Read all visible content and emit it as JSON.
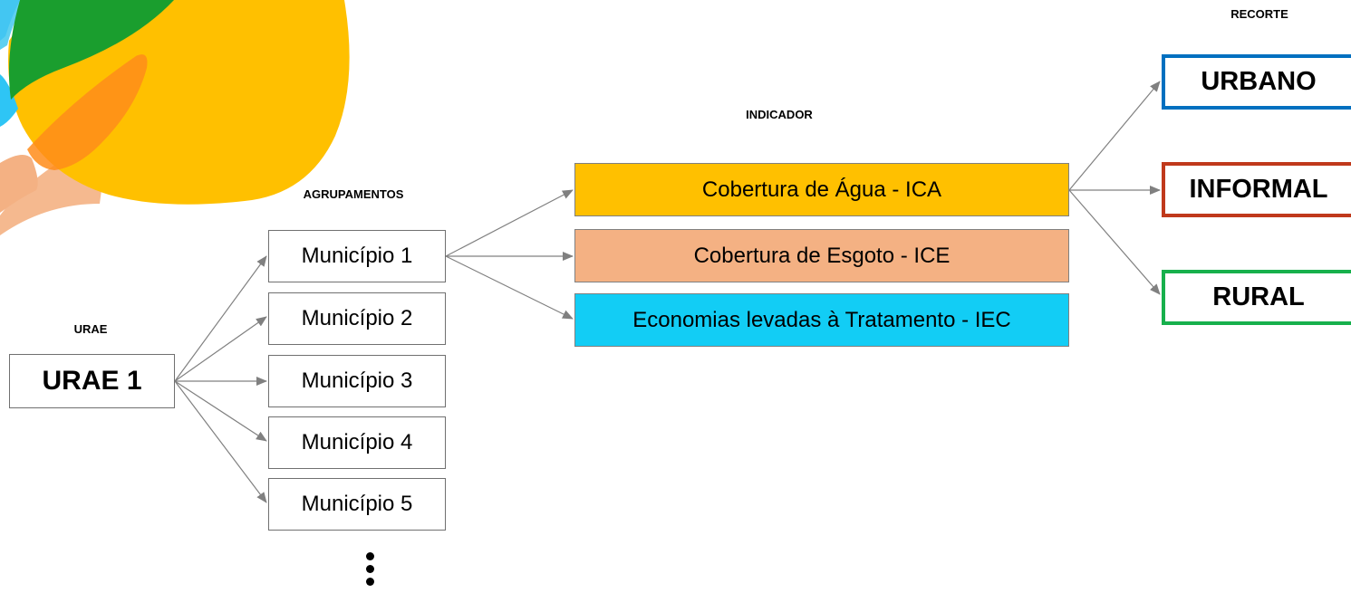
{
  "colors": {
    "water": "#ffc000",
    "sewage": "#f4b183",
    "treatment": "#12cdf5",
    "urbano": "#0070c0",
    "informal": "#c0391b",
    "rural": "#17b04c",
    "connector": "#808080"
  },
  "column_labels": {
    "urae": "URAE",
    "agrupamentos": "AGRUPAMENTOS",
    "indicador": "INDICADOR",
    "recorte": "RECORTE"
  },
  "urae": {
    "label": "URAE 1"
  },
  "municipios": [
    {
      "label": "Município 1"
    },
    {
      "label": "Município 2"
    },
    {
      "label": "Município 3"
    },
    {
      "label": "Município 4"
    },
    {
      "label": "Município 5"
    }
  ],
  "indicadores": [
    {
      "label": "Cobertura de Água - ICA"
    },
    {
      "label": "Cobertura de Esgoto - ICE"
    },
    {
      "label": "Economias levadas à Tratamento - IEC"
    }
  ],
  "recortes": [
    {
      "label": "URBANO"
    },
    {
      "label": "INFORMAL"
    },
    {
      "label": "RURAL"
    }
  ]
}
